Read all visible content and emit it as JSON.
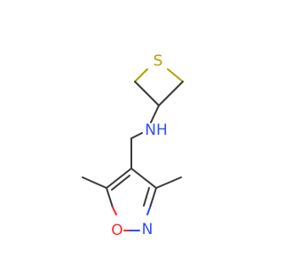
{
  "atoms": {
    "sulfur": {
      "label": "S",
      "color": "#b5a300"
    },
    "amine": {
      "label": "NH",
      "color": "#3050f8"
    },
    "ring_nitrogen": {
      "label": "N",
      "color": "#3050f8"
    },
    "ring_oxygen": {
      "label": "O",
      "color": "#ff2b2b"
    }
  },
  "colors": {
    "bond": "#3a3a3a",
    "background": "#ffffff"
  }
}
